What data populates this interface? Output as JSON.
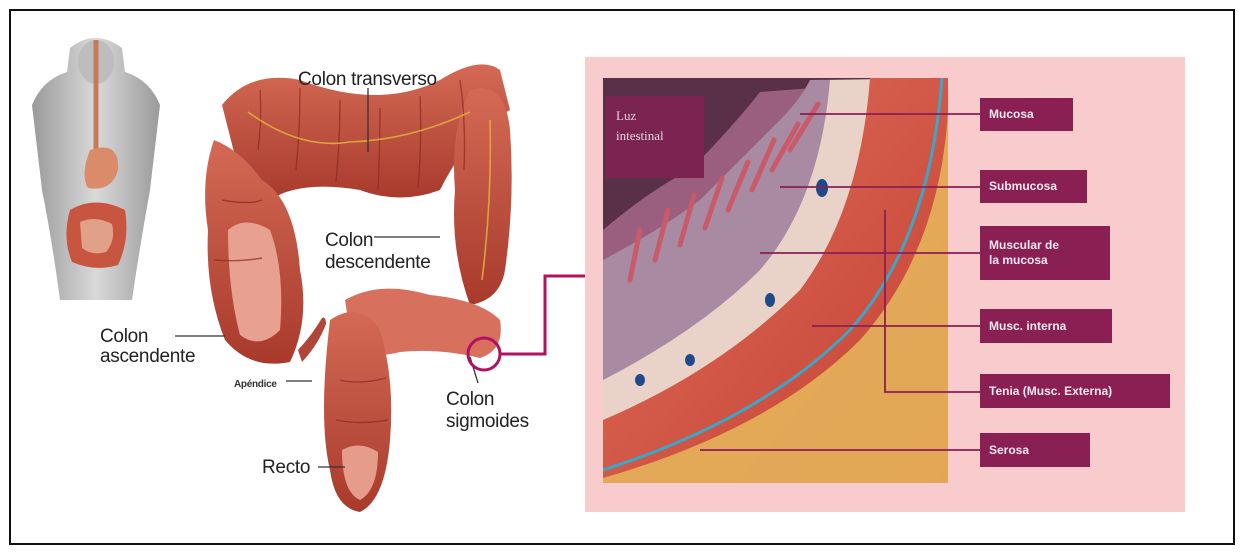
{
  "overview": {
    "labels": {
      "transverse": "Colon transverso",
      "descending_line1": "Colon",
      "descending_line2": "descendente",
      "ascending_line1": "Colon",
      "ascending_line2": "ascendente",
      "appendix": "Apéndice",
      "sigmoid_line1": "Colon",
      "sigmoid_line2": "sigmoides",
      "rectum": "Recto"
    }
  },
  "detail": {
    "lumen_line1": "Luz",
    "lumen_line2": "intestinal",
    "layers": [
      {
        "line1": "Mucosa",
        "line2": ""
      },
      {
        "line1": "Submucosa",
        "line2": ""
      },
      {
        "line1": "Muscular de",
        "line2": "la mucosa"
      },
      {
        "line1": "Musc. interna",
        "line2": ""
      },
      {
        "line1": "Tenia (Musc. Externa)",
        "line2": ""
      },
      {
        "line1": "Serosa",
        "line2": ""
      }
    ]
  },
  "colors": {
    "tag_bg": "#8a1f54",
    "connector": "#b0125f",
    "panel_bg": "#f8cccc",
    "tissue_red": "#c8453b",
    "mucosa_purple": "#5a3048"
  }
}
